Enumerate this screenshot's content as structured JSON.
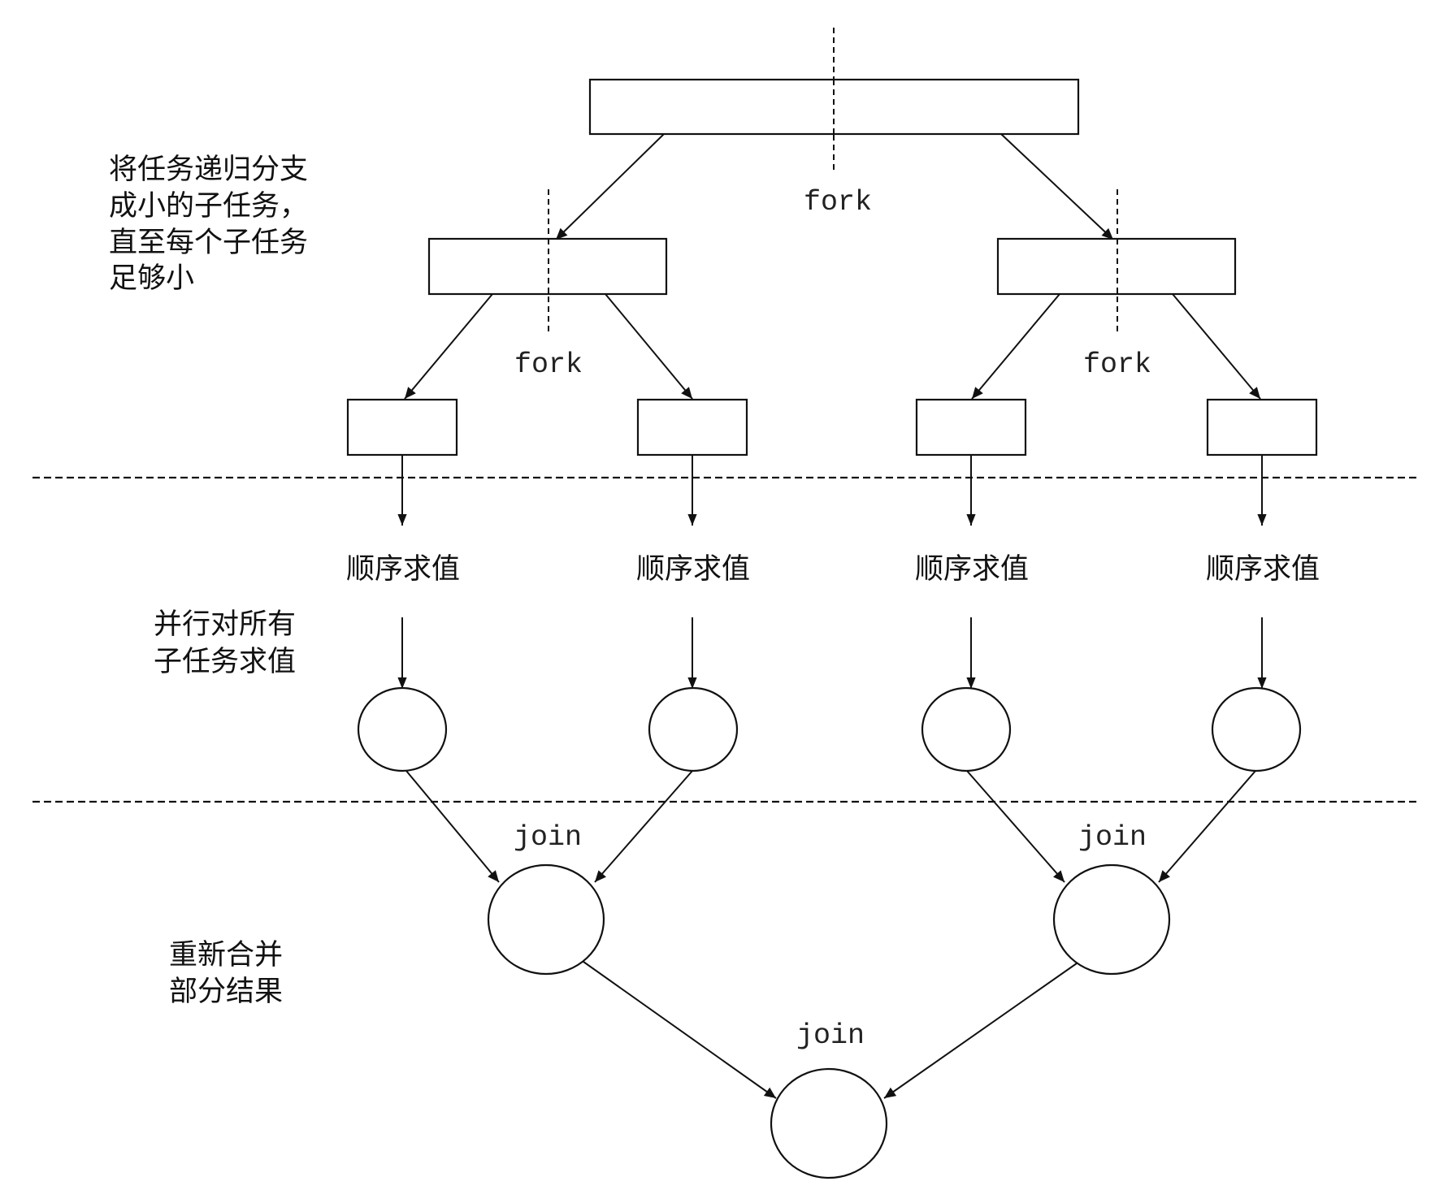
{
  "diagram": {
    "title": "Fork/Join recursive task decomposition",
    "phase_labels": {
      "split": [
        "将任务递归分支",
        "成小的子任务，",
        "直至每个子任务",
        "足够小"
      ],
      "evaluate": [
        "并行对所有",
        "子任务求值"
      ],
      "merge": [
        "重新合并",
        "部分结果"
      ]
    },
    "fork_label": "fork",
    "join_label": "join",
    "leaf_label": "顺序求值",
    "nodes": {
      "root": "task-root",
      "subtasks": [
        "subtask-left",
        "subtask-right"
      ],
      "leaves": [
        "leaf-1",
        "leaf-2",
        "leaf-3",
        "leaf-4"
      ],
      "results": [
        "result-1",
        "result-2",
        "result-3",
        "result-4"
      ],
      "partial_joins": [
        "join-left",
        "join-right"
      ],
      "final": "final-result"
    },
    "colors": {
      "stroke": "#111111",
      "background": "#ffffff",
      "text": "#111111"
    }
  }
}
